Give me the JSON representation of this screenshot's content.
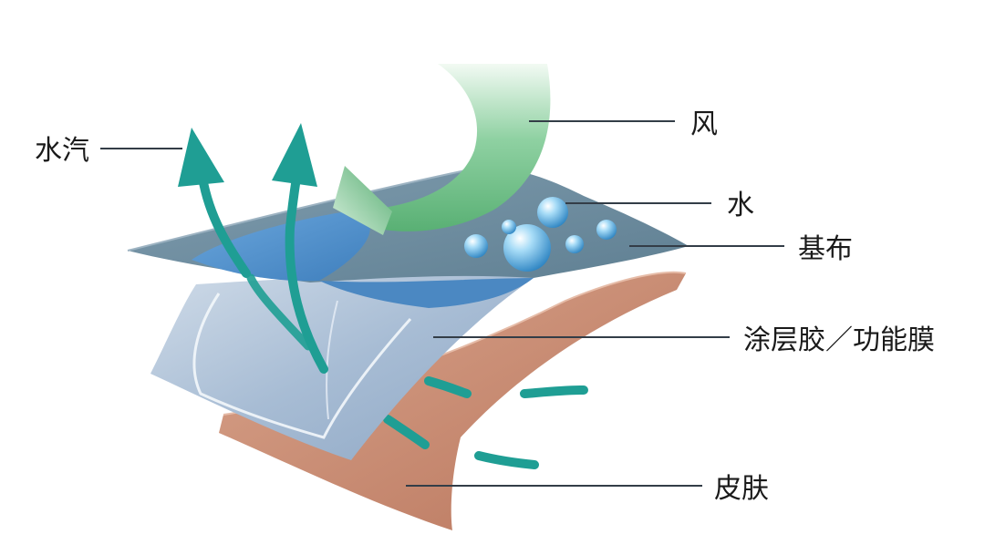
{
  "labels": {
    "vapor": "水汽",
    "wind": "风",
    "water": "水",
    "base_fabric": "基布",
    "coating": "涂层胶／功能膜",
    "skin": "皮肤"
  },
  "colors": {
    "skin": "#c98c73",
    "membrane": "#a9bed6",
    "fabric_top": "#6f8ea0",
    "fabric_underside": "#4f8fc9",
    "vapor_arrow": "#1f9e94",
    "wind_arrow": "#6fbf86",
    "leader_line": "#333d47"
  }
}
